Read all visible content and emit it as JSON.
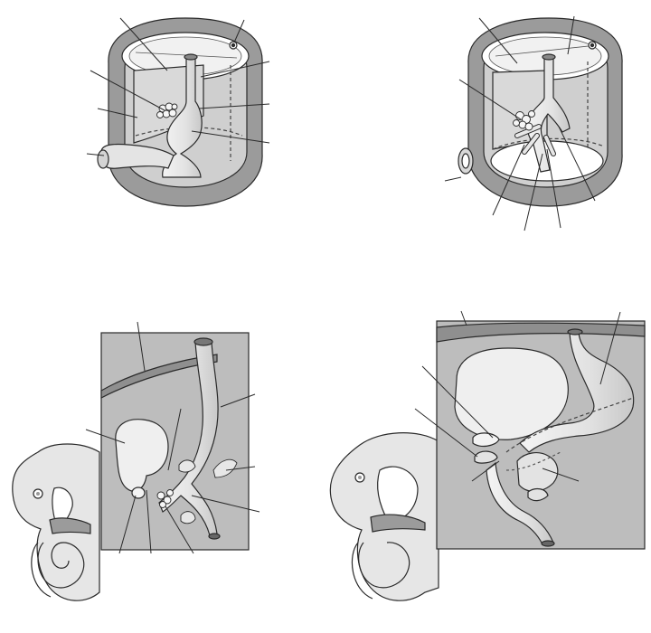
{
  "figure": {
    "panels": [
      {
        "id": "top-left",
        "description_visible_text": ""
      },
      {
        "id": "top-right",
        "description_visible_text": ""
      },
      {
        "id": "bottom-left",
        "description_visible_text": ""
      },
      {
        "id": "bottom-right",
        "description_visible_text": ""
      }
    ],
    "colors": {
      "outline": "#2a2a2a",
      "ring_gray": "#9b9b9b",
      "inner_gray": "#cfcfcf",
      "light_gray": "#e6e6e6",
      "panel_gray": "#bdbdbd",
      "white": "#ffffff"
    }
  }
}
